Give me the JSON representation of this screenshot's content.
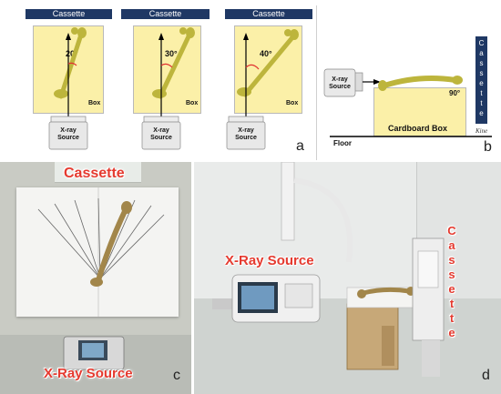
{
  "panel_a": {
    "figures": [
      {
        "cassette": "Cassette",
        "angle": "20°",
        "box": "Box",
        "source_line1": "X-ray",
        "source_line2": "Source"
      },
      {
        "cassette": "Cassette",
        "angle": "30°",
        "box": "Box",
        "source_line1": "X-ray",
        "source_line2": "Source"
      },
      {
        "cassette": "Cassette",
        "angle": "40°",
        "box": "Box",
        "source_line1": "X-ray",
        "source_line2": "Source"
      }
    ],
    "letter": "a"
  },
  "panel_b": {
    "source_line1": "X-ray",
    "source_line2": "Source",
    "angle": "90°",
    "box_label": "Cardboard Box",
    "floor": "Floor",
    "cassette_letters": [
      "C",
      "a",
      "s",
      "s",
      "e",
      "t",
      "t",
      "e"
    ],
    "signature": "Kine",
    "letter": "b"
  },
  "panel_c": {
    "cassette_label": "Cassette",
    "source_label": "X-Ray Source",
    "letter": "c"
  },
  "panel_d": {
    "source_label": "X-Ray Source",
    "cassette_letters": [
      "C",
      "a",
      "s",
      "s",
      "e",
      "t",
      "t",
      "e"
    ],
    "letter": "d"
  },
  "colors": {
    "cassette_bar": "#1f3864",
    "box_fill": "#fbf0a8",
    "photo_label": "#e53a2f",
    "bone": "#c9c24a"
  }
}
